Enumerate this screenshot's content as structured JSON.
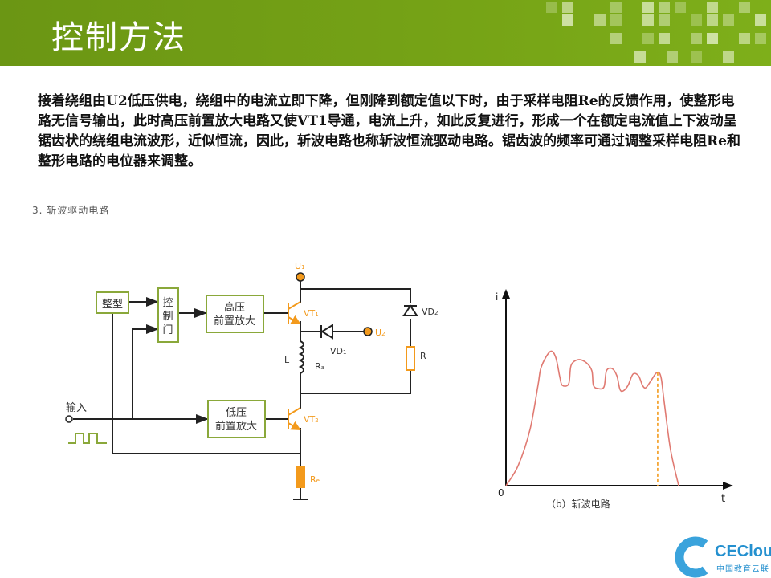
{
  "slide": {
    "title": "控制方法",
    "paragraph": "接着绕组由U2低压供电，绕组中的电流立即下降，但刚降到额定值以下时，由于采样电阻Re的反馈作用，使整形电路无信号输出，此时高压前置放大电路又使VT1导通，电流上升，如此反复进行，形成一个在额定电流值上下波动呈锯齿状的绕组电流波形，近似恒流，因此，斩波电路也称斩波恒流驱动电路。锯齿波的频率可通过调整采样电阻Re和整形电路的电位器来调整。",
    "subtitle": "3. 斩波驱动电路"
  },
  "circuit": {
    "shaping": "整型",
    "gate": [
      "控",
      "制",
      "门"
    ],
    "hv_amp": [
      "高压",
      "前置放大"
    ],
    "lv_amp": [
      "低压",
      "前置放大"
    ],
    "input": "输入",
    "U1": "U",
    "U1_sub": "1",
    "U2": "U",
    "U2_sub": "2",
    "VT1": "VT",
    "VT1_sub": "1",
    "VT2": "VT",
    "VT2_sub": "2",
    "VD1": "VD",
    "VD1_sub": "1",
    "VD2": "VD",
    "VD2_sub": "2",
    "L": "L",
    "Ra": "R",
    "Ra_sub": "a",
    "R": "R",
    "Re": "R",
    "Re_sub": "e",
    "accent": "#f39a1c"
  },
  "chart_data": {
    "type": "line",
    "title": "",
    "caption": "（b）斩波电路",
    "xlabel": "t",
    "ylabel": "i",
    "origin_label": "0",
    "xlim": [
      0,
      100
    ],
    "ylim": [
      0,
      100
    ],
    "grid": false,
    "color": "#e07a72",
    "series": [
      {
        "name": "i",
        "t": [
          0,
          5.5,
          10.9,
          14.5,
          16,
          20,
          22.5,
          24.4,
          25.5,
          28.4,
          29.5,
          32.7,
          36.4,
          38.9,
          39.6,
          41.8,
          44.4,
          45.5,
          48,
          50.2,
          51.6,
          53.1,
          55.3,
          57.5,
          60,
          61.8,
          63.3,
          65.5,
          68.4,
          70.2,
          71.6,
          74.5,
          78.2
        ],
        "i": [
          0,
          10.4,
          29.2,
          52.1,
          61.7,
          69.6,
          66.7,
          56.3,
          52.1,
          52.9,
          62.5,
          65.4,
          63.8,
          59.6,
          52.1,
          50.4,
          51.3,
          59.6,
          60.8,
          57.1,
          50,
          49.2,
          52.1,
          57.9,
          57.1,
          52.1,
          50.8,
          54.2,
          58.8,
          56.3,
          43.8,
          18.8,
          0
        ]
      }
    ],
    "marker": {
      "t": 68.7,
      "i": 58.8,
      "style": "dashed",
      "color": "#f39a1c"
    }
  },
  "logo": {
    "name": "CECloud",
    "sub": "中国教育云联"
  }
}
